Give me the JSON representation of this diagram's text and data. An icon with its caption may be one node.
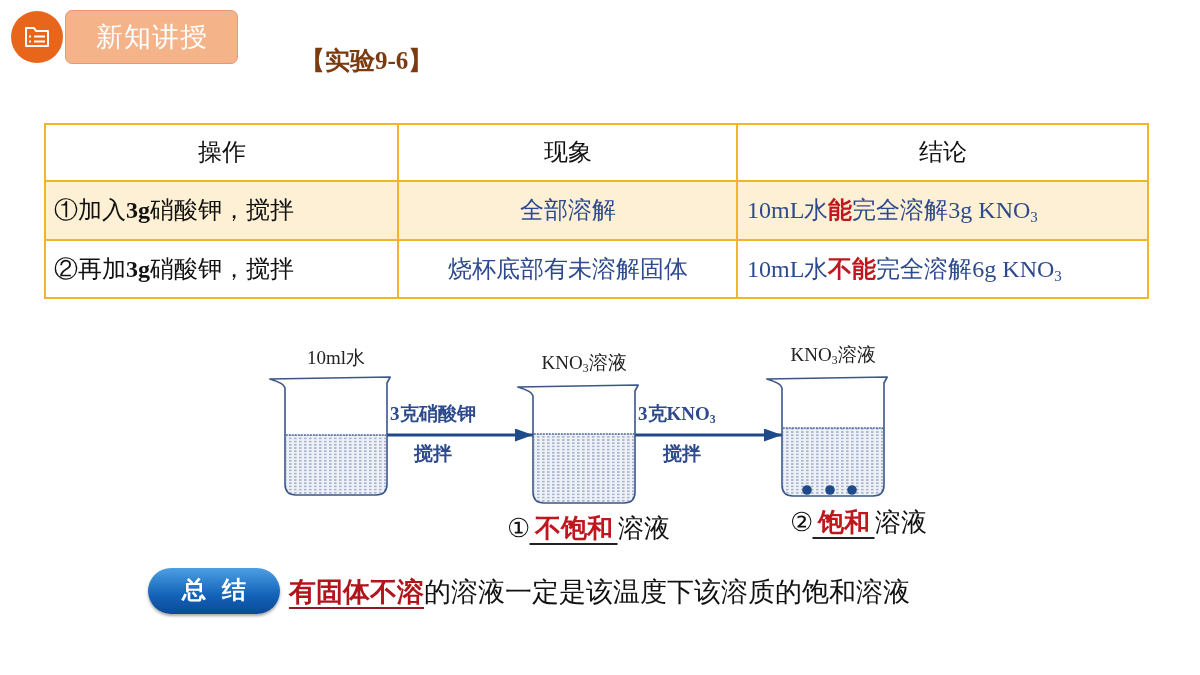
{
  "diagram": {
    "title": "【实验9-6】",
    "nodes": [
      {
        "text": [
          "新知讲授"
        ]
      },
      {
        "text": [
          "10ml水"
        ]
      },
      {
        "text": [
          "KNO$_{3}$溶液"
        ],
        "beside": [
          "①**不饱和**溶液"
        ]
      },
      {
        "text": [
          "KNO$_{3}$溶液"
        ],
        "beside": [
          "②**饱和**溶液"
        ]
      },
      {
        "text": [
          "总结"
        ]
      }
    ],
    "edges": [
      {
        "from": 1,
        "to": 2,
        "arrow": "to",
        "label": "3克硝酸钾"
      },
      {
        "from": 2,
        "to": 3,
        "arrow": "to",
        "label": "3克KNO$_{3}$"
      }
    ],
    "labels": [
      "操作",
      "现象",
      "结论",
      "①加入**3g**硝酸钾，搅拌",
      "全部溶解",
      "10mL水**能**完全溶解3g KNO$_{3}$",
      "②再加**3g**硝酸钾，搅拌",
      "烧杯底部有未溶解固体",
      "10mL水**不能**完全溶解6g KNO$_{3}$",
      "搅拌",
      "搅拌",
      "**有固体不溶**的溶液一定是该温度下该溶质的饱和溶液"
    ]
  }
}
